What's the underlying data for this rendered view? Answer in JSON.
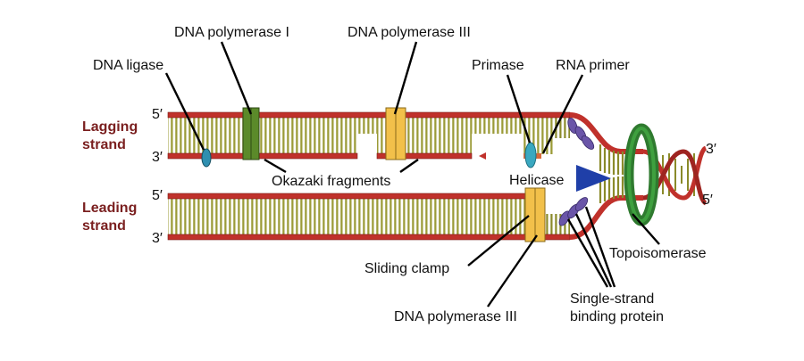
{
  "diagram": {
    "strand_labels": {
      "lagging_1": "Lagging",
      "lagging_2": "strand",
      "leading_1": "Leading",
      "leading_2": "strand"
    },
    "ends": {
      "lagging_top": "5′",
      "lagging_bottom": "3′",
      "leading_top": "5′",
      "leading_bottom": "3′",
      "right_top": "3′",
      "right_bottom": "5′"
    },
    "labels": {
      "dna_polymerase_i": "DNA polymerase I",
      "dna_polymerase_iii_top": "DNA polymerase III",
      "dna_ligase": "DNA ligase",
      "primase": "Primase",
      "rna_primer": "RNA primer",
      "okazaki": "Okazaki fragments",
      "helicase": "Helicase",
      "topoisomerase": "Topoisomerase",
      "sliding_clamp": "Sliding clamp",
      "dna_polymerase_iii_bottom": "DNA polymerase III",
      "ssb_1": "Single-strand",
      "ssb_2": "binding protein"
    },
    "colors": {
      "backbone": "#c0312b",
      "base_pairs": "#8a8a2a",
      "polymerase_iii": "#f2c04a",
      "polymerase_i": "#5b8a2a",
      "ligase": "#2f8fb0",
      "helicase": "#1f3fa8",
      "topoisomerase": "#2f7a2f",
      "ssb": "#6a55a8",
      "strand_label": "#7a1f1f"
    }
  }
}
